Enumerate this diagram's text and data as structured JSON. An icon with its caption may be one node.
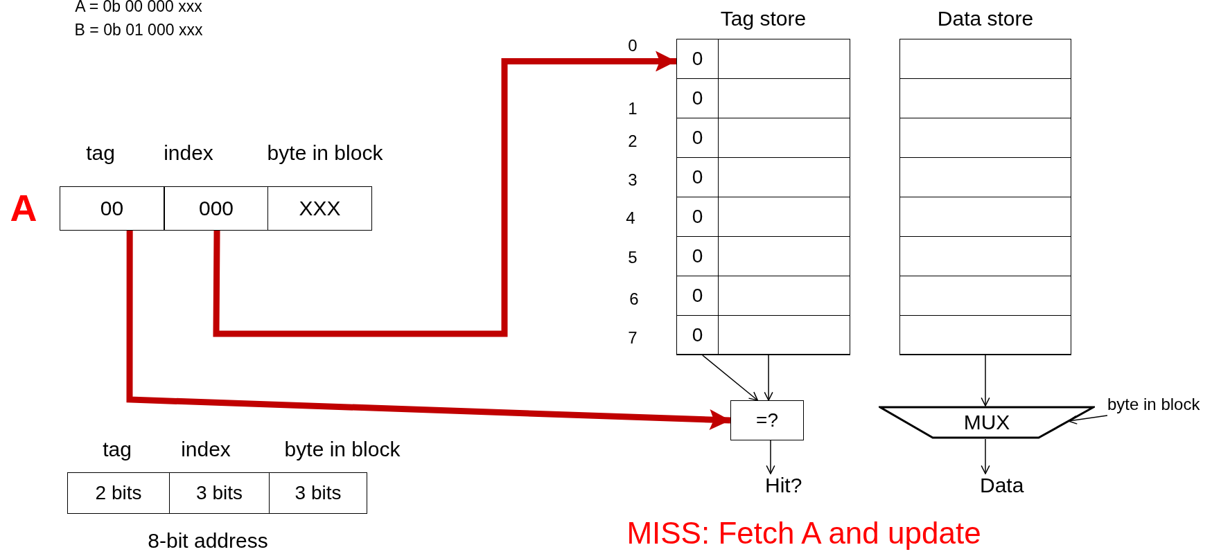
{
  "diagram": {
    "nodes": [
      {
        "text": [
          "00"
        ],
        "beside": [
          "A"
        ]
      },
      {
        "text": [
          "000"
        ]
      },
      {
        "text": [
          "XXX"
        ]
      },
      {
        "text": [
          "Tag store"
        ]
      },
      {
        "text": [
          "0"
        ],
        "in": 3
      },
      {
        "text": [
          "0"
        ],
        "in": 3
      },
      {
        "text": [
          "0"
        ],
        "in": 3
      },
      {
        "text": [
          "0"
        ],
        "in": 3
      },
      {
        "text": [
          "0"
        ],
        "in": 3
      },
      {
        "text": [
          "0"
        ],
        "in": 3
      },
      {
        "text": [
          "0"
        ],
        "in": 3
      },
      {
        "text": [
          "0"
        ],
        "in": 3
      },
      {
        "text": [
          "Data store"
        ]
      },
      {
        "text": [
          "=?"
        ]
      },
      {
        "text": [
          "MUX"
        ]
      },
      {
        "text": [
          "Hit?"
        ]
      },
      {
        "text": [
          "Data"
        ]
      },
      {
        "text": [
          "byte in block"
        ]
      },
      {
        "text": [
          "2 bits"
        ]
      },
      {
        "text": [
          "3 bits"
        ]
      },
      {
        "text": [
          "3 bits"
        ]
      }
    ],
    "edges": [
      {
        "from": 1,
        "to": 4,
        "arrow": "to",
        "style": "thick",
        "color": "#c00000"
      },
      {
        "from": 0,
        "to": 13,
        "arrow": "to",
        "style": "thick",
        "color": "#c00000"
      },
      {
        "from": 11,
        "to": 13,
        "arrow": "to"
      },
      {
        "from": 3,
        "to": 13,
        "arrow": "to"
      },
      {
        "from": 12,
        "to": 14,
        "arrow": "to"
      },
      {
        "from": 13,
        "to": 15,
        "arrow": "to"
      },
      {
        "from": 14,
        "to": 16,
        "arrow": "to"
      },
      {
        "from": 17,
        "to": 14,
        "arrow": "to"
      }
    ],
    "labels": [
      "A = 0b 00 000 xxx",
      "B = 0b 01 000 xxx",
      "tag",
      "index",
      "byte in block",
      "0",
      "1",
      "2",
      "3",
      "4",
      "5",
      "6",
      "7",
      "tag",
      "index",
      "byte in block",
      "8-bit address",
      "MISS: Fetch A and update"
    ]
  }
}
